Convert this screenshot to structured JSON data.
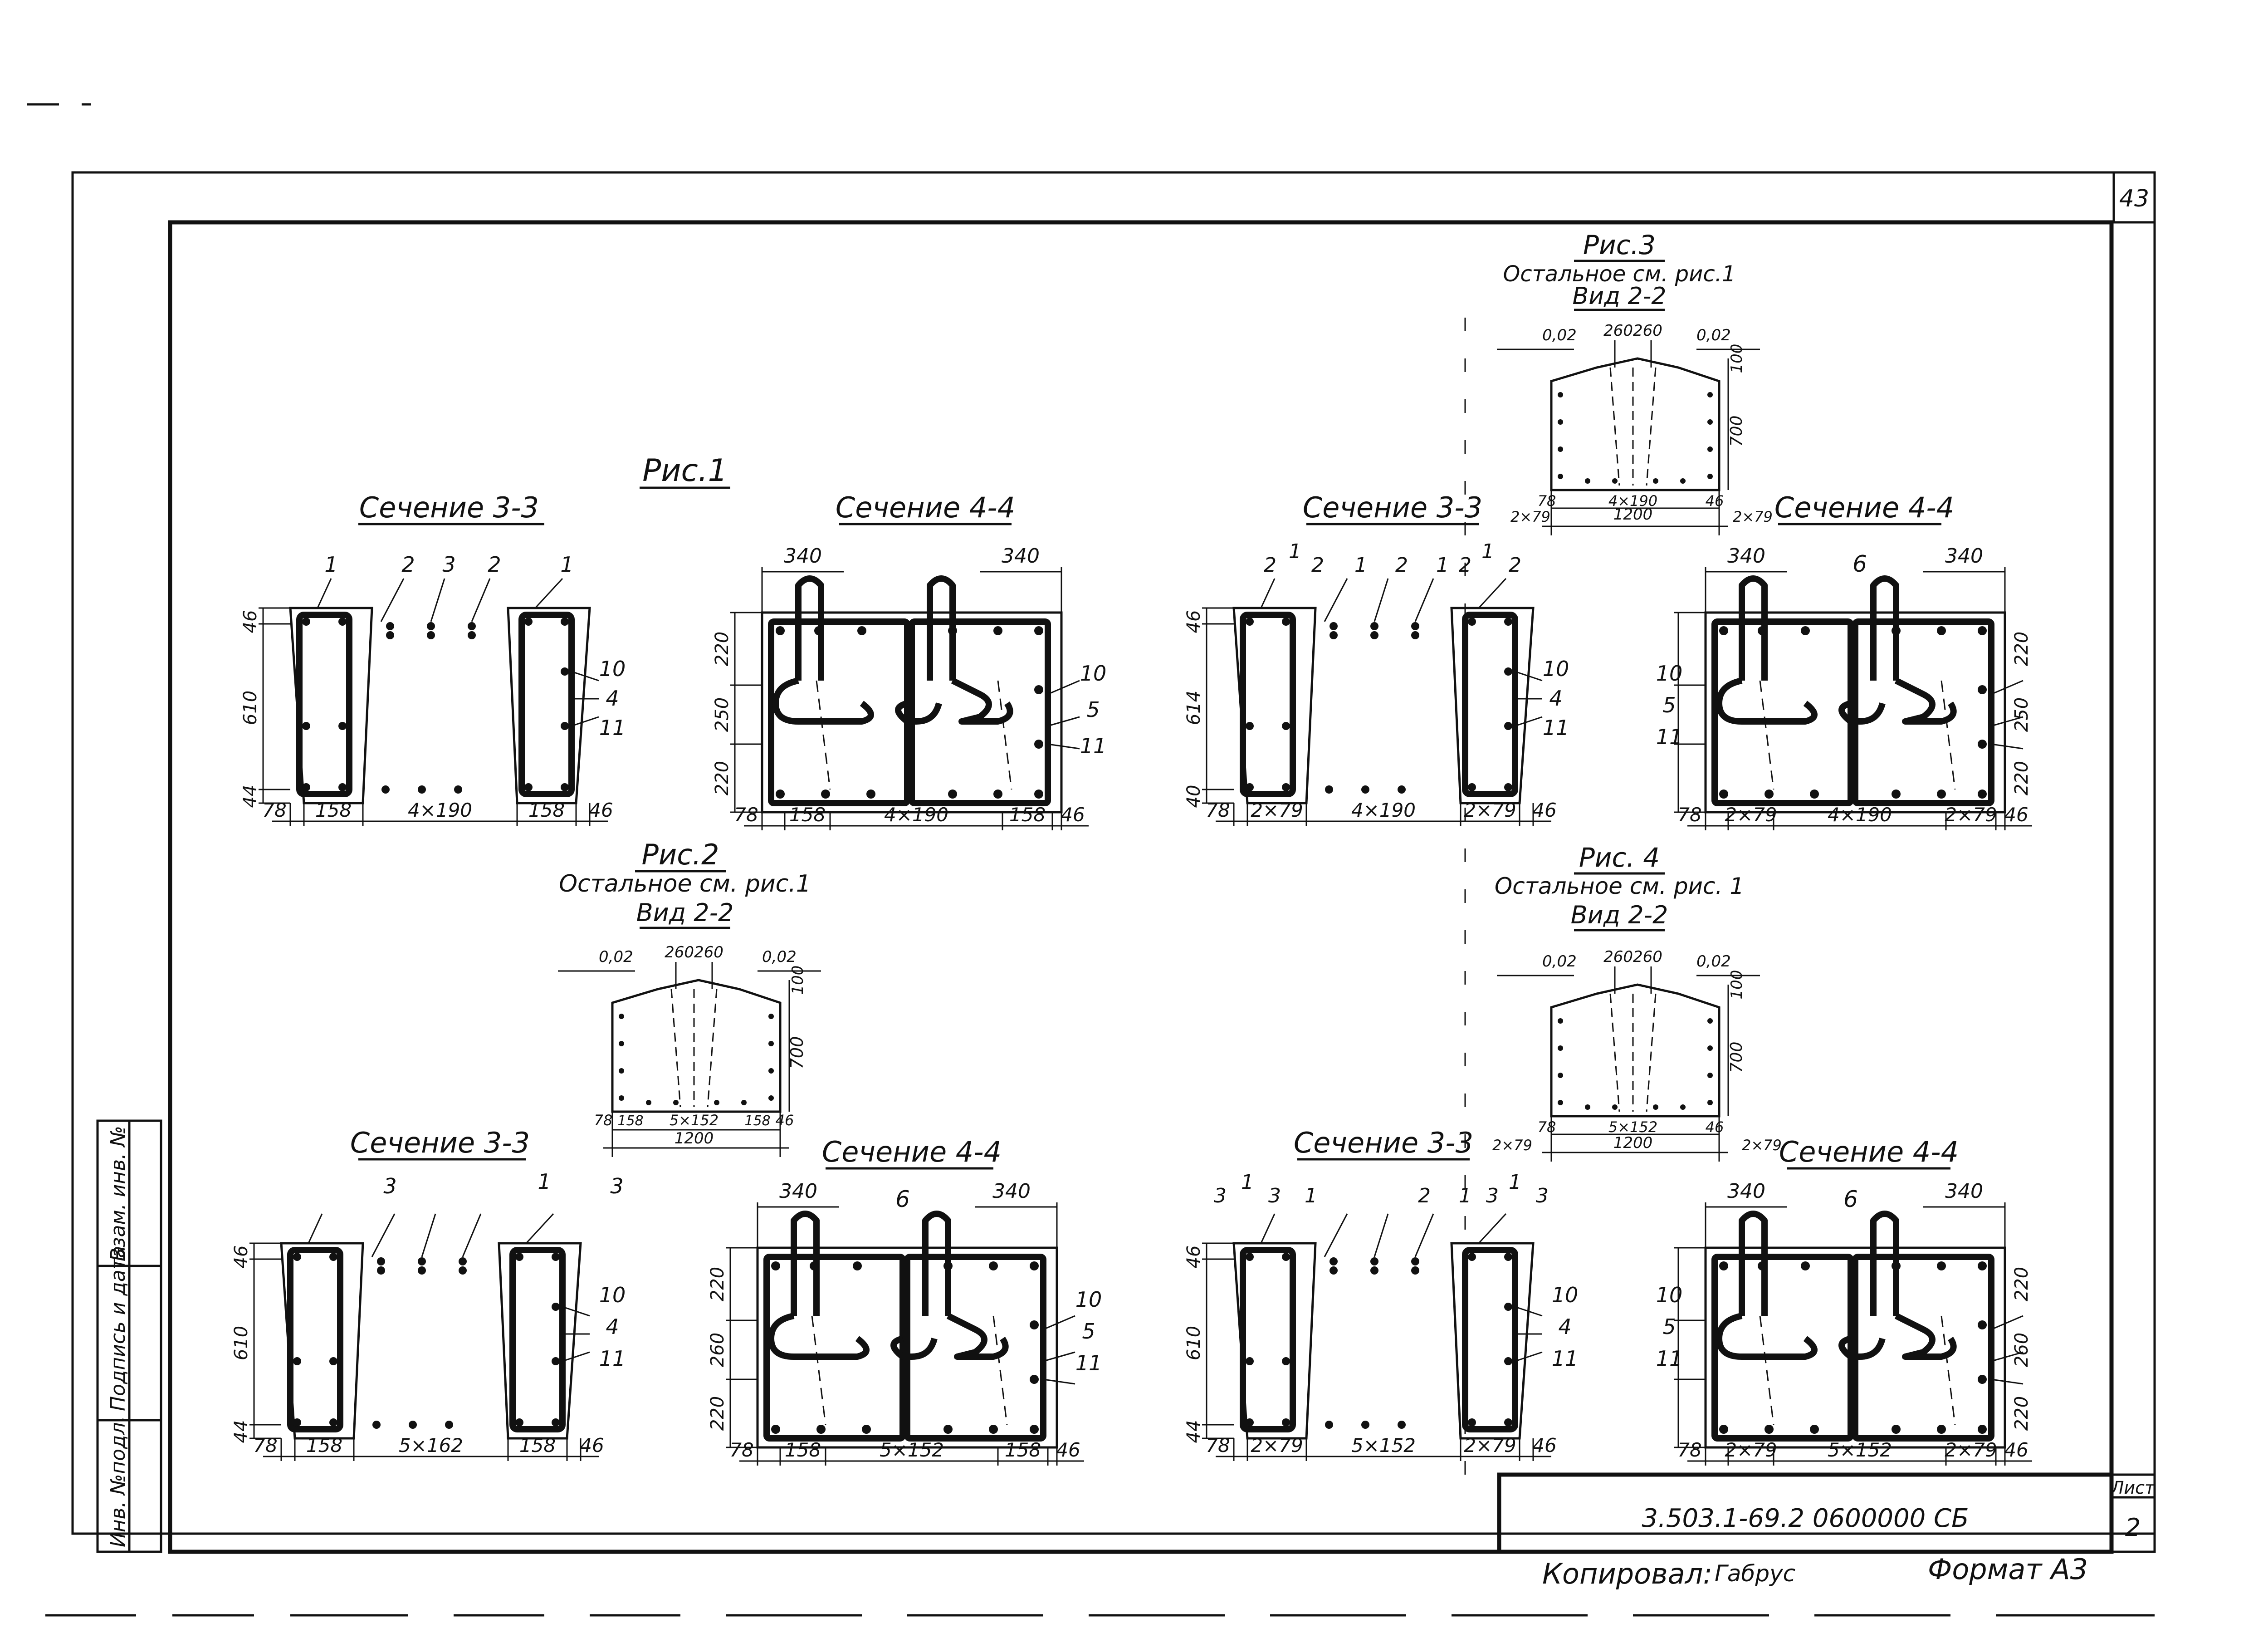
{
  "sheet": {
    "corner_number": "43",
    "list_label": "Лист",
    "list_number": "2",
    "doc_code": "3.503.1-69.2  0600000 СБ",
    "copied_label": "Копировал:",
    "copied_sign": "Габрус",
    "format_label": "Формат А3"
  },
  "stamp_column": {
    "inv_podl": "Инв. №подл.",
    "podpis": "Подпись и дата",
    "vzam": "Взам. инв. №"
  },
  "fig1": {
    "title": "Рис.1",
    "s33": {
      "title": "Сечение 3-3",
      "top_labels": [
        "1",
        "2",
        "3",
        "2",
        "1"
      ],
      "side_labels": [
        "10",
        "4",
        "11"
      ],
      "vdims": [
        "46",
        "610",
        "44"
      ],
      "hdims": [
        "78",
        "158",
        "4×190",
        "158",
        "46"
      ]
    },
    "s44": {
      "title": "Сечение 4-4",
      "tops": [
        "340",
        "340"
      ],
      "vdims": [
        "220",
        "250",
        "220"
      ],
      "side_labels": [
        "10",
        "5",
        "11"
      ],
      "hdims": [
        "78",
        "158",
        "4×190",
        "158",
        "46"
      ]
    }
  },
  "fig3": {
    "title": "Рис.3",
    "subtitle": "Остальное см. рис.1",
    "view": "Вид 2-2",
    "dims": {
      "slope_l": "0,02",
      "t1": "260",
      "t2": "260",
      "slope_r": "0,02",
      "h_top": "100",
      "h": "700",
      "b1": "78",
      "b2": "4×190",
      "b3": "46",
      "bl": "2×79",
      "br": "2×79",
      "total": "1200"
    },
    "s33": {
      "title": "Сечение 3-3",
      "top_labels": [
        "2",
        "1",
        "2",
        "1",
        "2",
        "1",
        "2",
        "1",
        "2"
      ],
      "side_labels": [
        "10",
        "4",
        "11"
      ],
      "vdims": [
        "46",
        "614",
        "40"
      ],
      "hdims": [
        "78",
        "2×79",
        "4×190",
        "2×79",
        "46"
      ]
    },
    "s44": {
      "title": "Сечение 4-4",
      "tops": [
        "340",
        "340"
      ],
      "mid_label": "6",
      "vdims": [
        "220",
        "250",
        "220"
      ],
      "side_labels": [
        "10",
        "5",
        "11"
      ],
      "hdims": [
        "78",
        "2×79",
        "4×190",
        "2×79",
        "46"
      ]
    }
  },
  "fig2": {
    "title": "Рис.2",
    "subtitle": "Остальное см. рис.1",
    "view": "Вид 2-2",
    "dims": {
      "slope_l": "0,02",
      "t1": "260",
      "t2": "260",
      "slope_r": "0,02",
      "h_top": "100",
      "h": "700",
      "b1": "78",
      "b2": "158",
      "b3": "5×152",
      "b4": "158",
      "b5": "46",
      "total": "1200"
    },
    "s33": {
      "title": "Сечение 3-3",
      "top_labels": [
        "3",
        "1",
        "3"
      ],
      "side_labels": [
        "10",
        "4",
        "11"
      ],
      "vdims": [
        "46",
        "610",
        "44"
      ],
      "hdims": [
        "78",
        "158",
        "5×162",
        "158",
        "46"
      ]
    },
    "s44": {
      "title": "Сечение 4-4",
      "tops": [
        "340",
        "340"
      ],
      "mid_label": "6",
      "vdims": [
        "220",
        "260",
        "220"
      ],
      "side_labels": [
        "10",
        "5",
        "11"
      ],
      "hdims": [
        "78",
        "158",
        "5×152",
        "158",
        "46"
      ]
    }
  },
  "fig4": {
    "title": "Рис. 4",
    "subtitle": "Остальное см. рис. 1",
    "view": "Вид 2-2",
    "dims": {
      "slope_l": "0,02",
      "t1": "260",
      "t2": "260",
      "slope_r": "0,02",
      "h_top": "100",
      "h": "700",
      "b1": "78",
      "b2": "5×152",
      "b3": "46",
      "bl": "2×79",
      "br": "2×79",
      "total": "1200"
    },
    "s33": {
      "title": "Сечение 3-3",
      "top_labels": [
        "3",
        "1",
        "3",
        "1",
        "2",
        "1",
        "3",
        "1",
        "3"
      ],
      "side_labels": [
        "10",
        "4",
        "11"
      ],
      "vdims": [
        "46",
        "610",
        "44"
      ],
      "hdims": [
        "78",
        "2×79",
        "5×152",
        "2×79",
        "46"
      ]
    },
    "s44": {
      "title": "Сечение 4-4",
      "tops": [
        "340",
        "340"
      ],
      "mid_label": "6",
      "vdims": [
        "220",
        "260",
        "220"
      ],
      "side_labels": [
        "10",
        "5",
        "11"
      ],
      "hdims": [
        "78",
        "2×79",
        "5×152",
        "2×79",
        "46"
      ]
    }
  }
}
